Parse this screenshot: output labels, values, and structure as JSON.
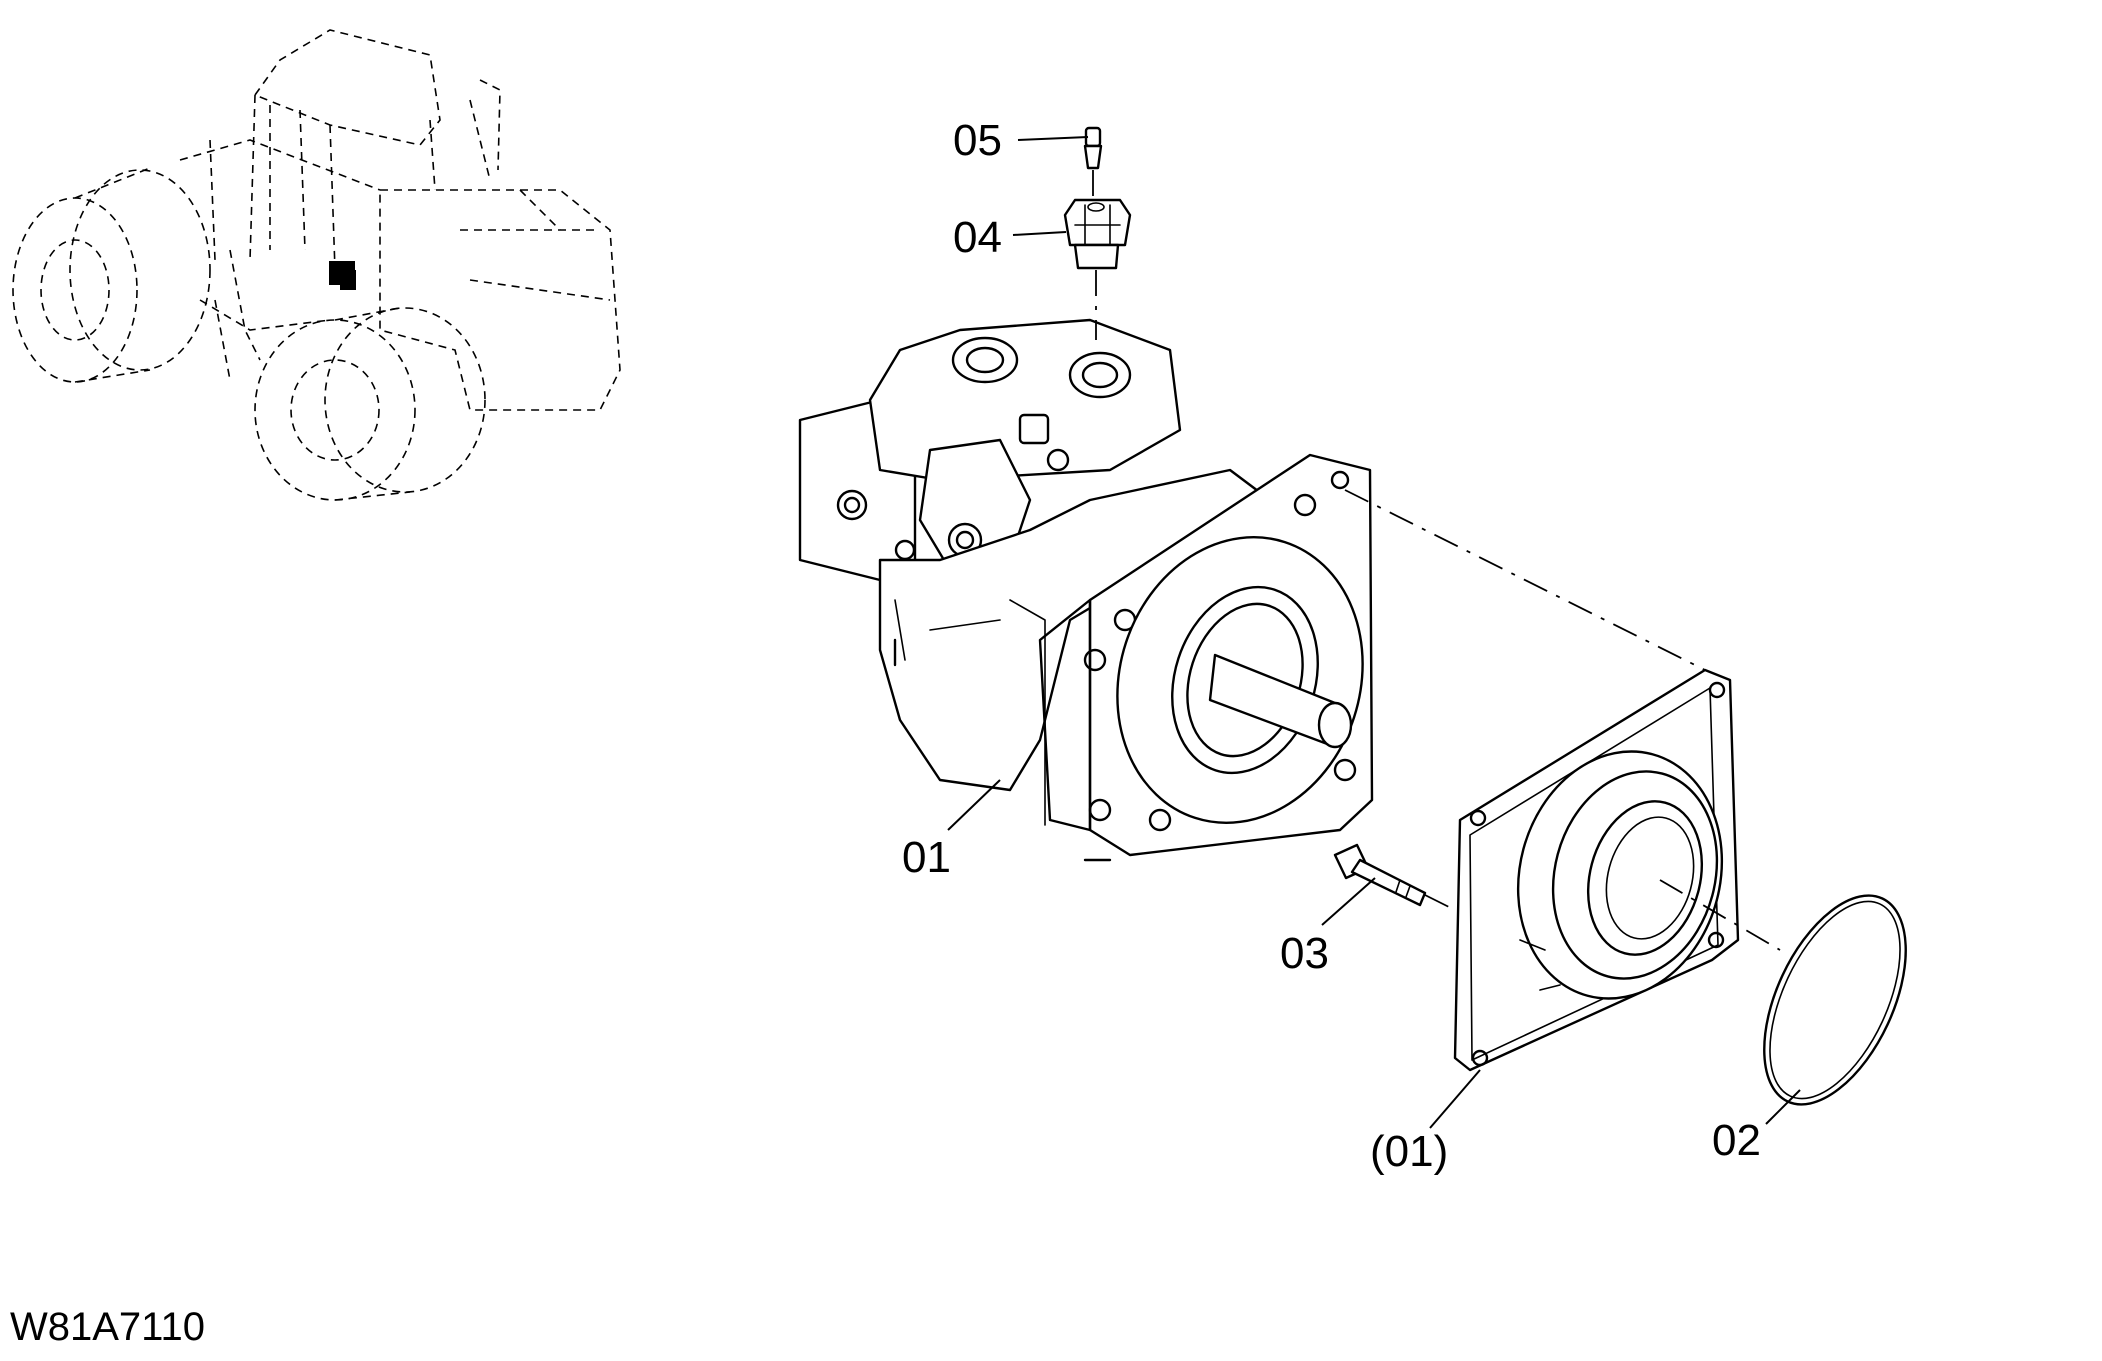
{
  "callouts": {
    "c05": "05",
    "c04": "04",
    "c01": "01",
    "c03": "03",
    "c01b": "(01)",
    "c02": "02"
  },
  "figure_code": "W81A7110"
}
